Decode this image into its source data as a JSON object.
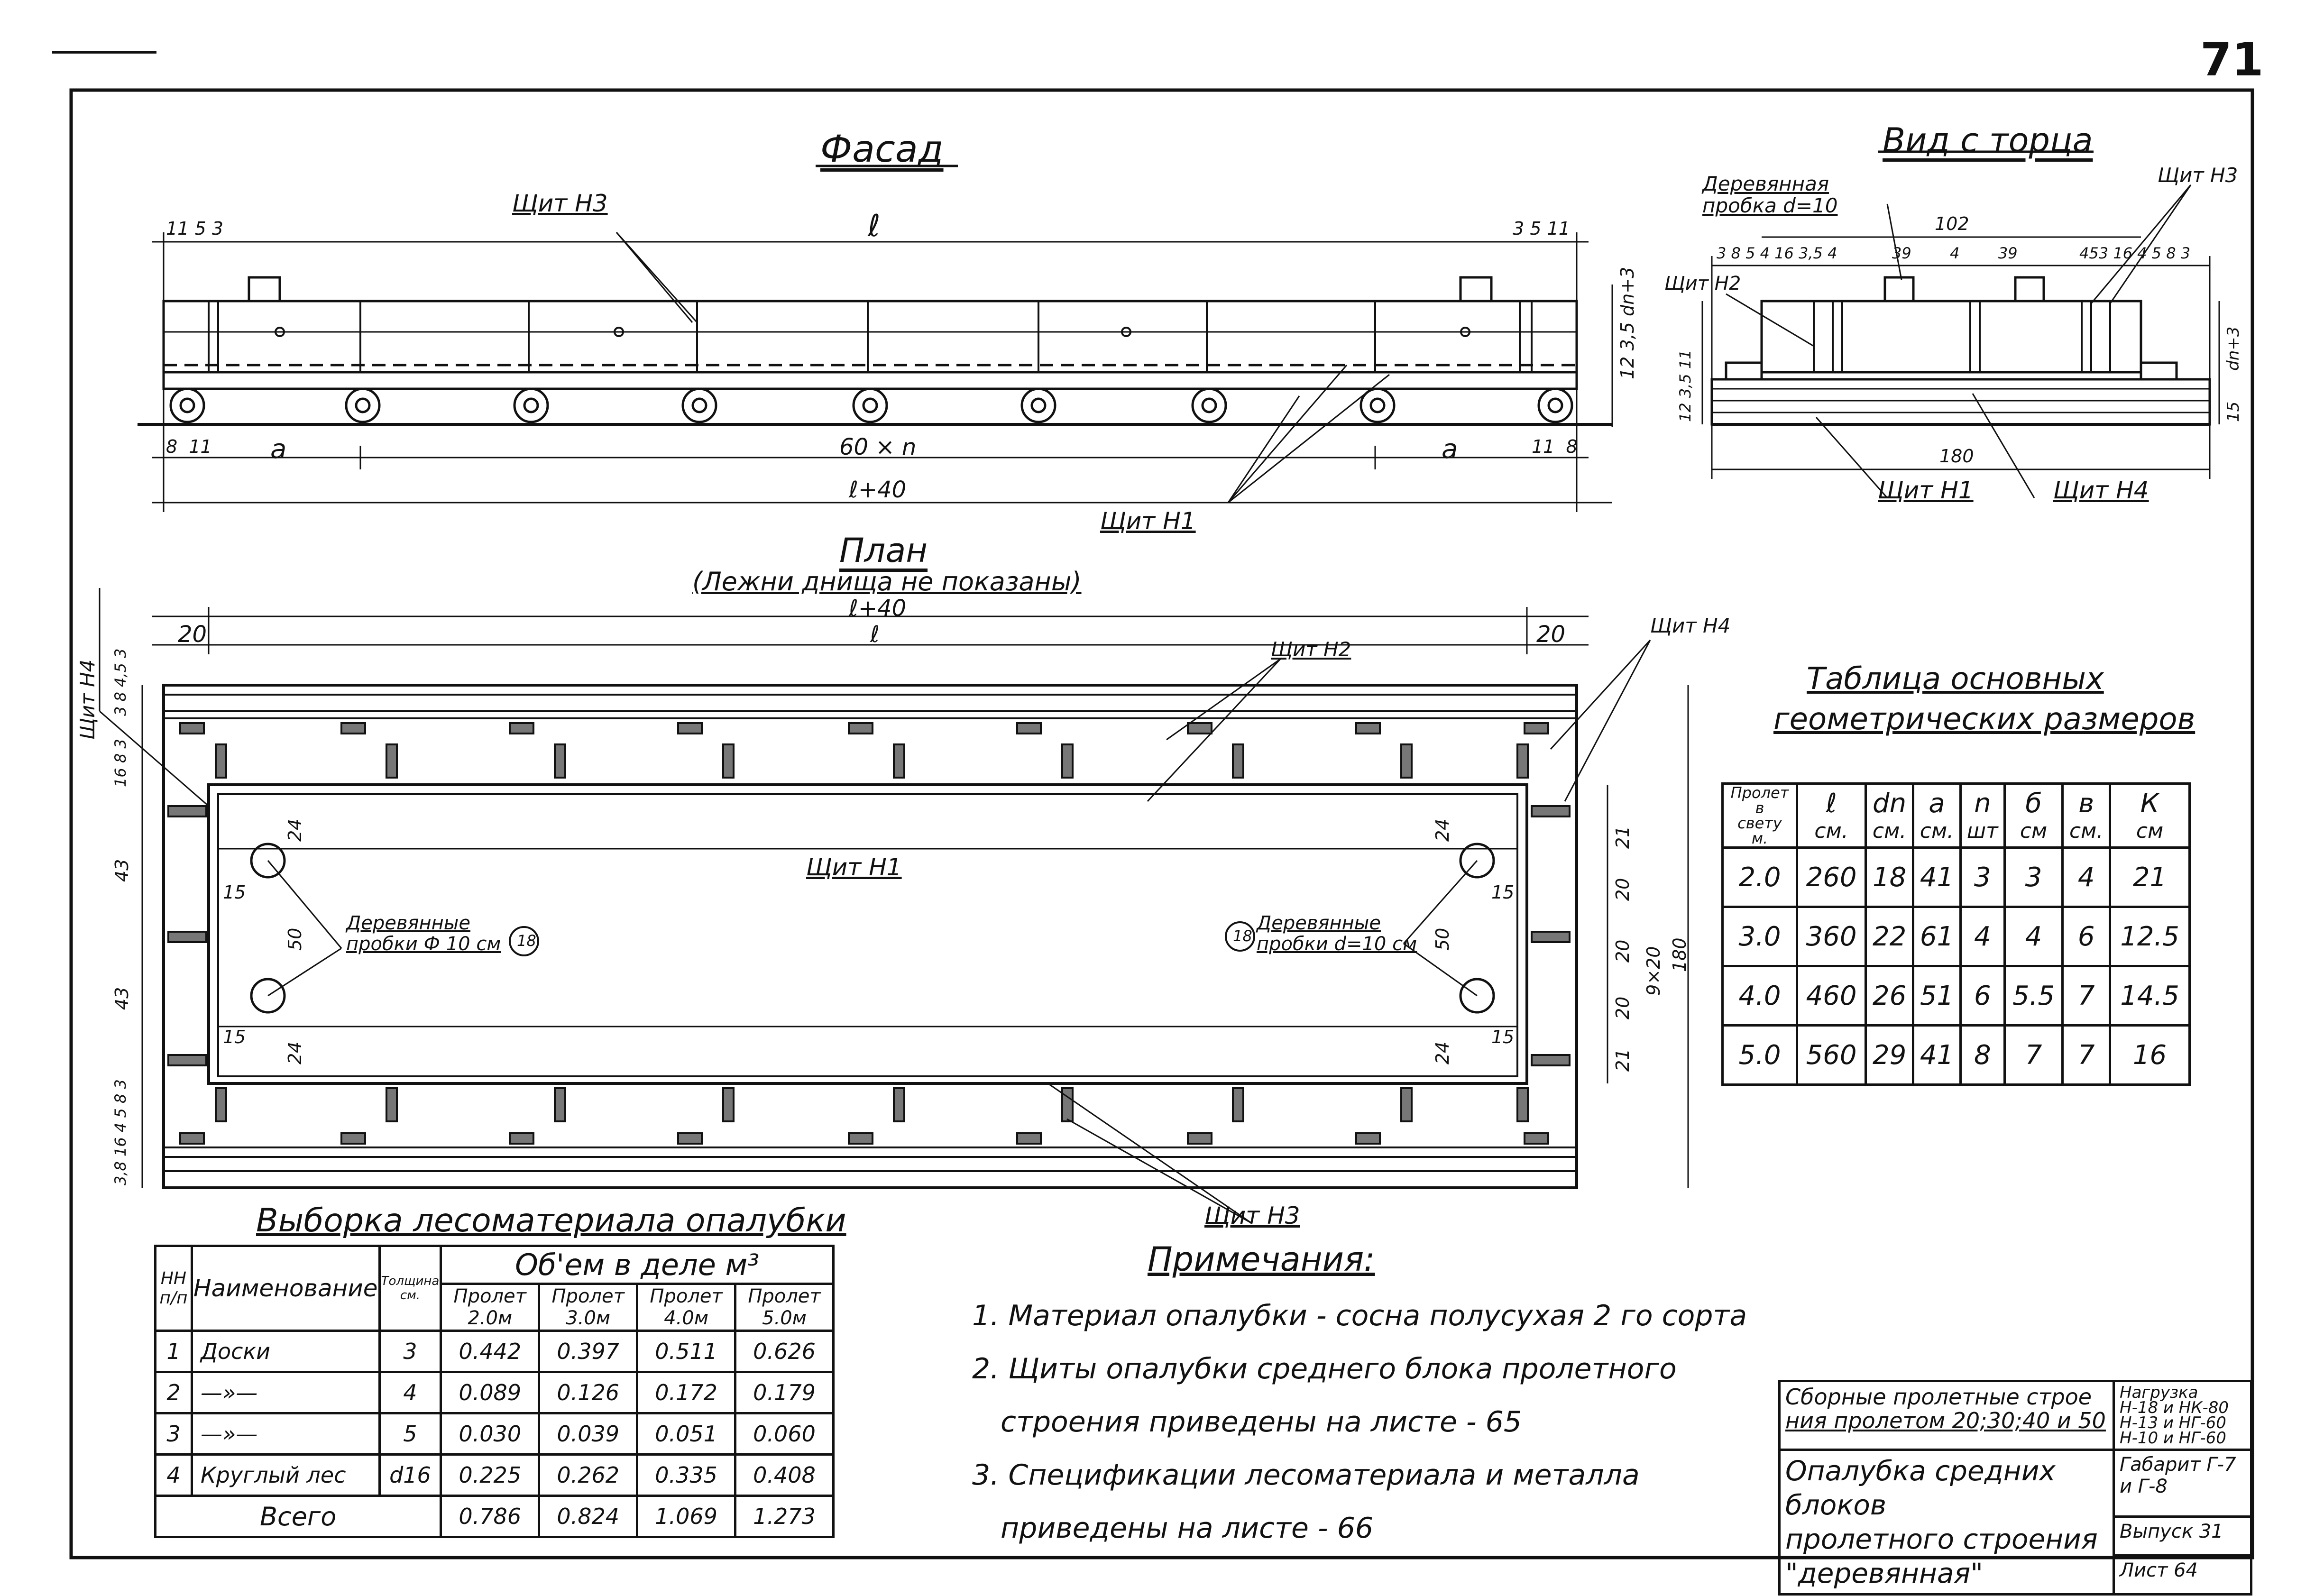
{
  "page_number": "71",
  "facade": {
    "title": "Фасад",
    "label_shield_n3": "Щит Н3",
    "label_shield_n1": "Щит Н1",
    "dim_l": "ℓ",
    "dim_a": "a",
    "dim_60n": "60 × n",
    "dim_l40": "ℓ+40",
    "dims_left_top": [
      "11",
      "5",
      "3"
    ],
    "dims_right_top": [
      "3",
      "5",
      "11"
    ],
    "dims_left_bottom": [
      "8",
      "11"
    ],
    "dims_right_bottom": [
      "11",
      "8"
    ],
    "dims_right_side": [
      "dn+3",
      "3,5",
      "12"
    ]
  },
  "end_view": {
    "title": "Вид с торца",
    "label_plug": "Деревянная пробка d=10",
    "label_shield_n2": "Щит Н2",
    "label_shield_n3": "Щит Н3",
    "label_shield_n1": "Щит Н1",
    "label_shield_n4": "Щит Н4",
    "dim_102": "102",
    "dim_180": "180",
    "dims_top_left": [
      "3",
      "8",
      "5",
      "4",
      "16",
      "3,5",
      "4"
    ],
    "dims_top_mid": [
      "39",
      "4",
      "39"
    ],
    "dims_top_right": [
      "4",
      "5",
      "3",
      "16",
      "4",
      "5",
      "8",
      "3"
    ],
    "dims_left": [
      "11",
      "3,5",
      "12"
    ],
    "dims_right": [
      "dn+3",
      "15"
    ]
  },
  "plan": {
    "title": "План",
    "subtitle": "(Лежни днища не показаны)",
    "label_shield_n2": "Щит Н2",
    "label_shield_n1": "Щит Н1",
    "label_shield_n4_left": "Щит Н4",
    "label_shield_n4_right": "Щит Н4",
    "label_shield_n3": "Щит Н3",
    "label_plugs_left": "Деревянные пробки Ф 10 см",
    "label_plugs_right": "Деревянные пробки d=10 см",
    "marker": "18",
    "dim_l40": "ℓ+40",
    "dim_l": "ℓ",
    "dim_20": "20",
    "dims_inner": [
      "24",
      "15",
      "50",
      "15",
      "24"
    ],
    "dims_left": [
      "3",
      "8",
      "4,5",
      "3",
      "16",
      "8",
      "3",
      "43",
      "43",
      "3,8",
      "16",
      "4",
      "5",
      "8",
      "3"
    ],
    "dims_right": [
      "21",
      "20",
      "20",
      "20",
      "21"
    ],
    "dim_9x20": "9×20",
    "dim_180": "180"
  },
  "geometry_table": {
    "title_line1": "Таблица основных",
    "title_line2": "геометрических размеров",
    "headers": [
      [
        "Пролет",
        "в",
        "свету",
        "м."
      ],
      [
        "ℓ",
        "см."
      ],
      [
        "dn",
        "см."
      ],
      [
        "a",
        "см."
      ],
      [
        "n",
        "шт"
      ],
      [
        "б",
        "см"
      ],
      [
        "в",
        "см."
      ],
      [
        "К",
        "см"
      ]
    ],
    "rows": [
      [
        "2.0",
        "260",
        "18",
        "41",
        "3",
        "3",
        "4",
        "21"
      ],
      [
        "3.0",
        "360",
        "22",
        "61",
        "4",
        "4",
        "6",
        "12.5"
      ],
      [
        "4.0",
        "460",
        "26",
        "51",
        "6",
        "5.5",
        "7",
        "14.5"
      ],
      [
        "5.0",
        "560",
        "29",
        "41",
        "8",
        "7",
        "7",
        "16"
      ]
    ]
  },
  "material_table": {
    "title": "Выборка лесоматериала опалубки",
    "header_num": "НН п/п",
    "header_name": "Наименование",
    "header_thickness": "Толщина см.",
    "header_volume": "Об'ем в деле м³",
    "header_spans": [
      "Пролет 2.0м",
      "Пролет 3.0м",
      "Пролет 4.0м",
      "Пролет 5.0м"
    ],
    "rows": [
      [
        "1",
        "Доски",
        "3",
        "0.442",
        "0.397",
        "0.511",
        "0.626"
      ],
      [
        "2",
        "—»—",
        "4",
        "0.089",
        "0.126",
        "0.172",
        "0.179"
      ],
      [
        "3",
        "—»—",
        "5",
        "0.030",
        "0.039",
        "0.051",
        "0.060"
      ],
      [
        "4",
        "Круглый лес",
        "d16",
        "0.225",
        "0.262",
        "0.335",
        "0.408"
      ]
    ],
    "total": [
      "Всего",
      "0.786",
      "0.824",
      "1.069",
      "1.273"
    ]
  },
  "notes": {
    "title": "Примечания:",
    "items": [
      "1. Материал опалубки - сосна полусухая 2 го сорта",
      "2. Щиты опалубки среднего блока пролетного",
      "строения приведены на листе - 65",
      "3. Спецификации лесоматериала и металла",
      "приведены на листе - 66"
    ]
  },
  "stamp": {
    "project_line1": "Сборные пролетные строе",
    "project_line2": "ния пролетом 20;30;40 и 50",
    "load_line1": "Нагрузка",
    "load_line2": "Н-18 и НК-80",
    "load_line3": "Н-13 и НГ-60",
    "load_line4": "Н-10 и НГ-60",
    "gauge": "Габарит Г-7 и Г-8",
    "title_line1": "Опалубка средних блоков",
    "title_line2": "пролетного строения",
    "title_line3": "\"деревянная\"",
    "issue": "Выпуск 31",
    "sheet": "Лист 64"
  }
}
